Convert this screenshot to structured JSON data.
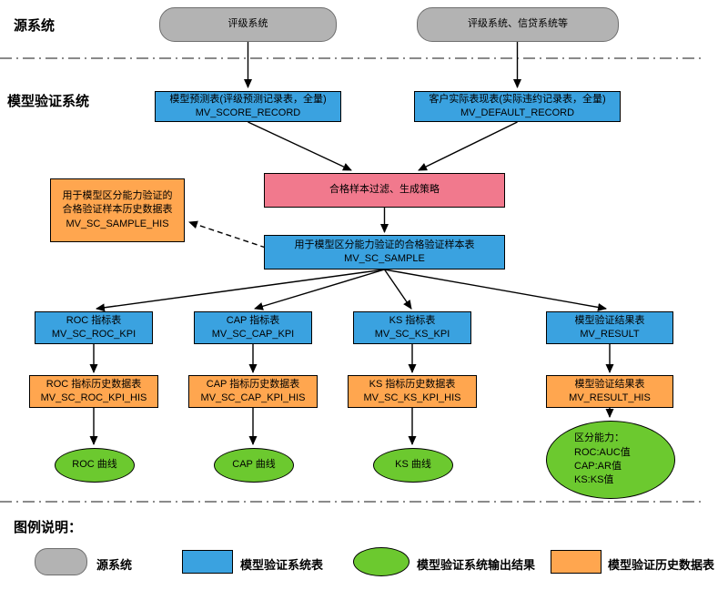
{
  "sections": {
    "source_system_label": "源系统",
    "validation_system_label": "模型验证系统",
    "legend_title": "图例说明："
  },
  "nodes": {
    "rating_system": {
      "label": "评级系统"
    },
    "rating_credit_system": {
      "label": "评级系统、信贷系统等"
    },
    "score_record": {
      "line1": "模型预测表(评级预测记录表，全量)",
      "line2": "MV_SCORE_RECORD"
    },
    "default_record": {
      "line1": "客户实际表现表(实际违约记录表，全量)",
      "line2": "MV_DEFAULT_RECORD"
    },
    "filter_strategy": {
      "label": "合格样本过滤、生成策略"
    },
    "sample_his": {
      "line1": "用于模型区分能力验证的",
      "line2": "合格验证样本历史数据表",
      "line3": "MV_SC_SAMPLE_HIS"
    },
    "sample": {
      "line1": "用于模型区分能力验证的合格验证样本表",
      "line2": "MV_SC_SAMPLE"
    },
    "roc_kpi": {
      "line1": "ROC 指标表",
      "line2": "MV_SC_ROC_KPI"
    },
    "cap_kpi": {
      "line1": "CAP 指标表",
      "line2": "MV_SC_CAP_KPI"
    },
    "ks_kpi": {
      "line1": "KS 指标表",
      "line2": "MV_SC_KS_KPI"
    },
    "result": {
      "line1": "模型验证结果表",
      "line2": "MV_RESULT"
    },
    "roc_kpi_his": {
      "line1": "ROC 指标历史数据表",
      "line2": "MV_SC_ROC_KPI_HIS"
    },
    "cap_kpi_his": {
      "line1": "CAP 指标历史数据表",
      "line2": "MV_SC_CAP_KPI_HIS"
    },
    "ks_kpi_his": {
      "line1": "KS 指标历史数据表",
      "line2": "MV_SC_KS_KPI_HIS"
    },
    "result_his": {
      "line1": "模型验证结果表",
      "line2": "MV_RESULT_HIS"
    },
    "roc_curve": {
      "label": "ROC 曲线"
    },
    "cap_curve": {
      "label": "CAP 曲线"
    },
    "ks_curve": {
      "label": "KS 曲线"
    },
    "discrimination": {
      "line1": "区分能力：",
      "line2": "ROC:AUC值",
      "line3": "CAP:AR值",
      "line4": "KS:KS值"
    }
  },
  "legend": {
    "source": "源系统",
    "validation_table": "模型验证系统表",
    "output": "模型验证系统输出结果",
    "history": "模型验证历史数据表"
  },
  "colors": {
    "source_fill": "#b3b3b3",
    "table_fill": "#3aa2e0",
    "strategy_fill": "#f1798d",
    "history_fill": "#ffa64f",
    "output_fill": "#6cc92f",
    "arrow": "#000000"
  }
}
